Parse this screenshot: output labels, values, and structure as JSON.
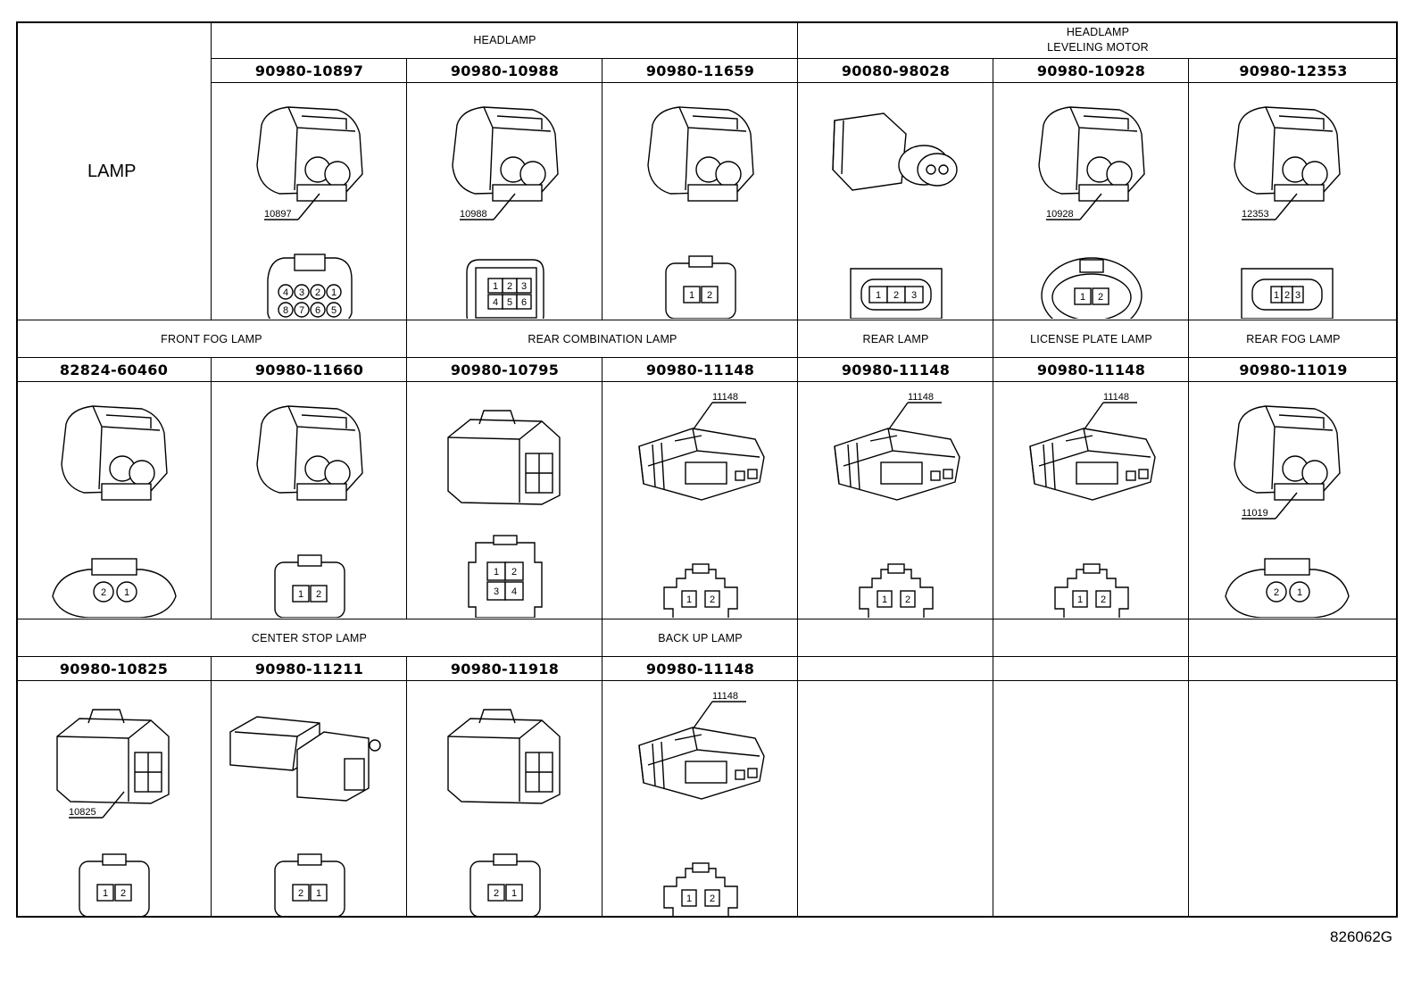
{
  "title": "LAMP",
  "figure_code": "826062G",
  "sections": [
    {
      "headers": [
        {
          "label": "HEADLAMP",
          "span": 3
        },
        {
          "label_lines": [
            "HEADLAMP",
            "LEVELING MOTOR"
          ],
          "span": 3
        }
      ],
      "parts": [
        {
          "pn": "90980-10897",
          "callout": "10897",
          "face": [
            "4",
            "3",
            "2",
            "1",
            "8",
            "7",
            "6",
            "5"
          ],
          "icon": "connector-8pin"
        },
        {
          "pn": "90980-10988",
          "callout": "10988",
          "face": [
            "1",
            "2",
            "3",
            "4",
            "5",
            "6"
          ],
          "icon": "connector-6pin"
        },
        {
          "pn": "90980-11659",
          "callout": "",
          "face": [
            "1",
            "2"
          ],
          "icon": "connector-2pin"
        },
        {
          "pn": "90080-98028",
          "callout": "",
          "face": [
            "1",
            "2",
            "3"
          ],
          "icon": "connector-3pin-round"
        },
        {
          "pn": "90980-10928",
          "callout": "10928",
          "face": [
            "1",
            "2"
          ],
          "icon": "connector-2pin-oval"
        },
        {
          "pn": "90980-12353",
          "callout": "12353",
          "face": [
            "1",
            "2",
            "3"
          ],
          "icon": "connector-3pin-small"
        }
      ]
    },
    {
      "headers": [
        {
          "label": "FRONT FOG LAMP",
          "span": 2
        },
        {
          "label": "REAR COMBINATION LAMP",
          "span": 2
        },
        {
          "label": "REAR LAMP",
          "span": 1
        },
        {
          "label": "LICENSE PLATE LAMP",
          "span": 1
        },
        {
          "label": "REAR FOG LAMP",
          "span": 1
        }
      ],
      "parts": [
        {
          "pn": "82824-60460",
          "callout": "",
          "face": [
            "2",
            "1"
          ],
          "icon": "connector-2pin-fog"
        },
        {
          "pn": "90980-11660",
          "callout": "",
          "face": [
            "1",
            "2"
          ],
          "icon": "connector-2pin"
        },
        {
          "pn": "90980-10795",
          "callout": "",
          "face": [
            "1",
            "2",
            "3",
            "4"
          ],
          "icon": "connector-4pin"
        },
        {
          "pn": "90980-11148",
          "callout": "11148",
          "face": [
            "1",
            "2"
          ],
          "icon": "connector-2pin-flat"
        },
        {
          "pn": "90980-11148",
          "callout": "11148",
          "face": [
            "1",
            "2"
          ],
          "icon": "connector-2pin-flat"
        },
        {
          "pn": "90980-11148",
          "callout": "11148",
          "face": [
            "1",
            "2"
          ],
          "icon": "connector-2pin-flat"
        },
        {
          "pn": "90980-11019",
          "callout": "11019",
          "face": [
            "2",
            "1"
          ],
          "icon": "connector-2pin-fog"
        }
      ]
    },
    {
      "headers": [
        {
          "label": "CENTER STOP LAMP",
          "span": 3
        },
        {
          "label": "BACK UP LAMP",
          "span": 1
        },
        {
          "label": "",
          "span": 1
        },
        {
          "label": "",
          "span": 1
        },
        {
          "label": "",
          "span": 1
        }
      ],
      "parts": [
        {
          "pn": "90980-10825",
          "callout": "10825",
          "face": [
            "1",
            "2"
          ],
          "icon": "connector-2pin-box"
        },
        {
          "pn": "90980-11211",
          "callout": "",
          "face": [
            "2",
            "1"
          ],
          "icon": "connector-2pin-clip"
        },
        {
          "pn": "90980-11918",
          "callout": "",
          "face": [
            "2",
            "1"
          ],
          "icon": "connector-2pin-long"
        },
        {
          "pn": "90980-11148",
          "callout": "11148",
          "face": [
            "1",
            "2"
          ],
          "icon": "connector-2pin-flat"
        },
        {
          "pn": "",
          "callout": "",
          "face": []
        },
        {
          "pn": "",
          "callout": "",
          "face": []
        },
        {
          "pn": "",
          "callout": "",
          "face": []
        }
      ]
    }
  ]
}
